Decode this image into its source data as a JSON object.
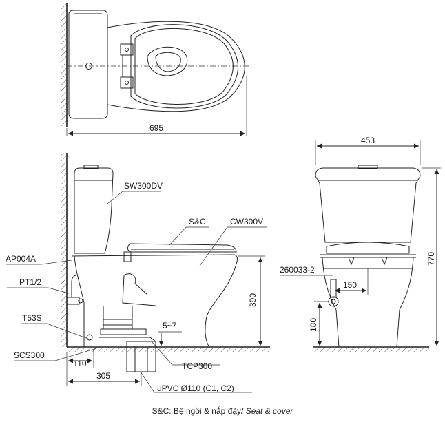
{
  "top_view": {
    "width_label": "695"
  },
  "side_view": {
    "tank_label": "SW300DV",
    "seat_label": "S&C",
    "bowl_label": "CW300V",
    "fitting_label": "AP004A",
    "valve_label": "PT1/2",
    "trap_label": "T53S",
    "screw_label": "SCS300",
    "flange_label": "TCP300",
    "pipe_label": "uPVC Ø110 (C1, C2)",
    "dim_height": "390",
    "dim_gap": "5~7",
    "dim_rough_small": "110",
    "dim_rough": "305"
  },
  "front_view": {
    "width_label": "453",
    "height_label": "770",
    "valve_label": "260033-2",
    "dim_offset": "150",
    "dim_valve_height": "180"
  },
  "footer": {
    "prefix": "S&C: Bệ ngồi & nắp đậy/ ",
    "italic": "Seat & cover"
  }
}
